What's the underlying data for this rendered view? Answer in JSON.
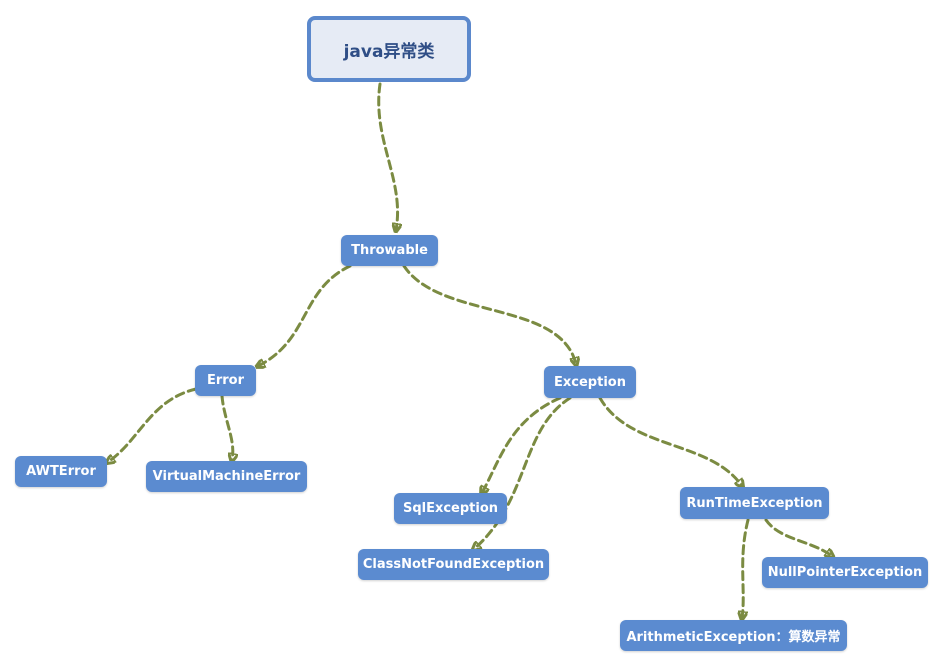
{
  "diagram": {
    "root": {
      "label": "java异常类"
    },
    "nodes": {
      "throwable": "Throwable",
      "error": "Error",
      "exception": "Exception",
      "awt_error": "AWTError",
      "vm_error": "VirtualMachineError",
      "sql_exception": "SqlException",
      "class_not_found": "ClassNotFoundException",
      "runtime_exception": "RunTimeException",
      "null_pointer": "NullPointerException",
      "arithmetic": "ArithmeticException：算数异常"
    },
    "edges": [
      {
        "from": "root",
        "to": "throwable"
      },
      {
        "from": "throwable",
        "to": "error"
      },
      {
        "from": "throwable",
        "to": "exception"
      },
      {
        "from": "error",
        "to": "awt_error"
      },
      {
        "from": "error",
        "to": "vm_error"
      },
      {
        "from": "exception",
        "to": "sql_exception"
      },
      {
        "from": "exception",
        "to": "class_not_found"
      },
      {
        "from": "exception",
        "to": "runtime_exception"
      },
      {
        "from": "runtime_exception",
        "to": "null_pointer"
      },
      {
        "from": "runtime_exception",
        "to": "arithmetic"
      }
    ],
    "colors": {
      "connector": "#7b8b42",
      "node_fill": "#5b8bd0",
      "root_border": "#5b88cc",
      "root_fill": "#e6ebf5"
    }
  }
}
